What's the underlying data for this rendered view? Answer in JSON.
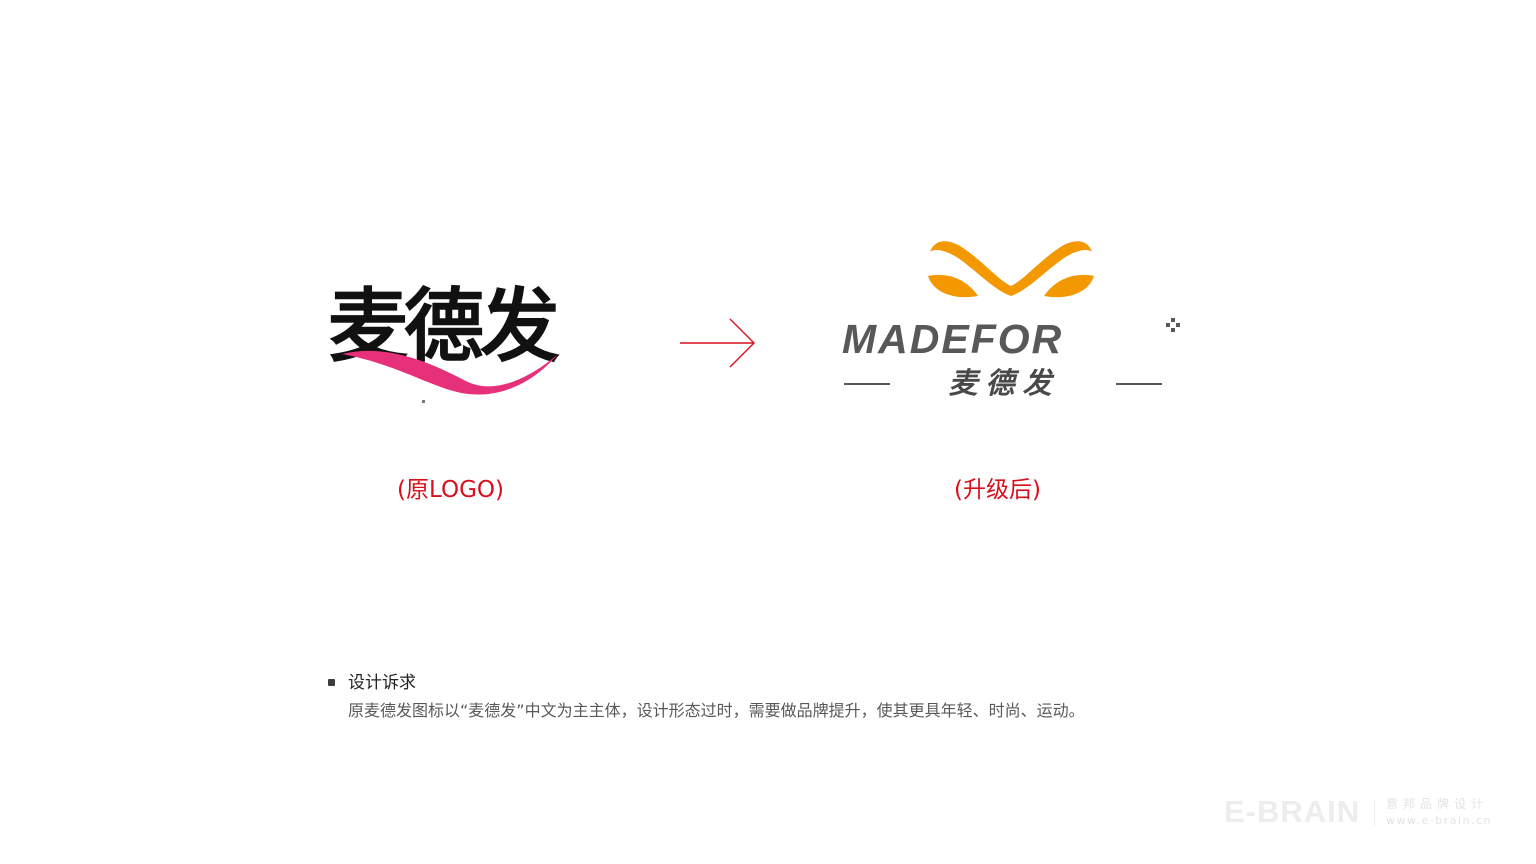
{
  "original_logo": {
    "text": "麦德发",
    "caption": "(原LOGO)",
    "text_color": "#111111",
    "swoosh_color": "#e6317a"
  },
  "upgraded_logo": {
    "wordmark": "MADEFOR",
    "chinese_name": "麦德发",
    "caption": "(升级后)",
    "mark_color": "#f39800",
    "text_color": "#595757"
  },
  "arrow_color": "#d7101c",
  "requirement": {
    "title": "设计诉求",
    "body": "原麦德发图标以“麦德发”中文为主主体，设计形态过时，需要做品牌提升，使其更具年轻、时尚、运动。"
  },
  "watermark": {
    "brand": "E-BRAIN",
    "chinese": "意邦品牌设计",
    "url": "www.e-brain.cn"
  }
}
